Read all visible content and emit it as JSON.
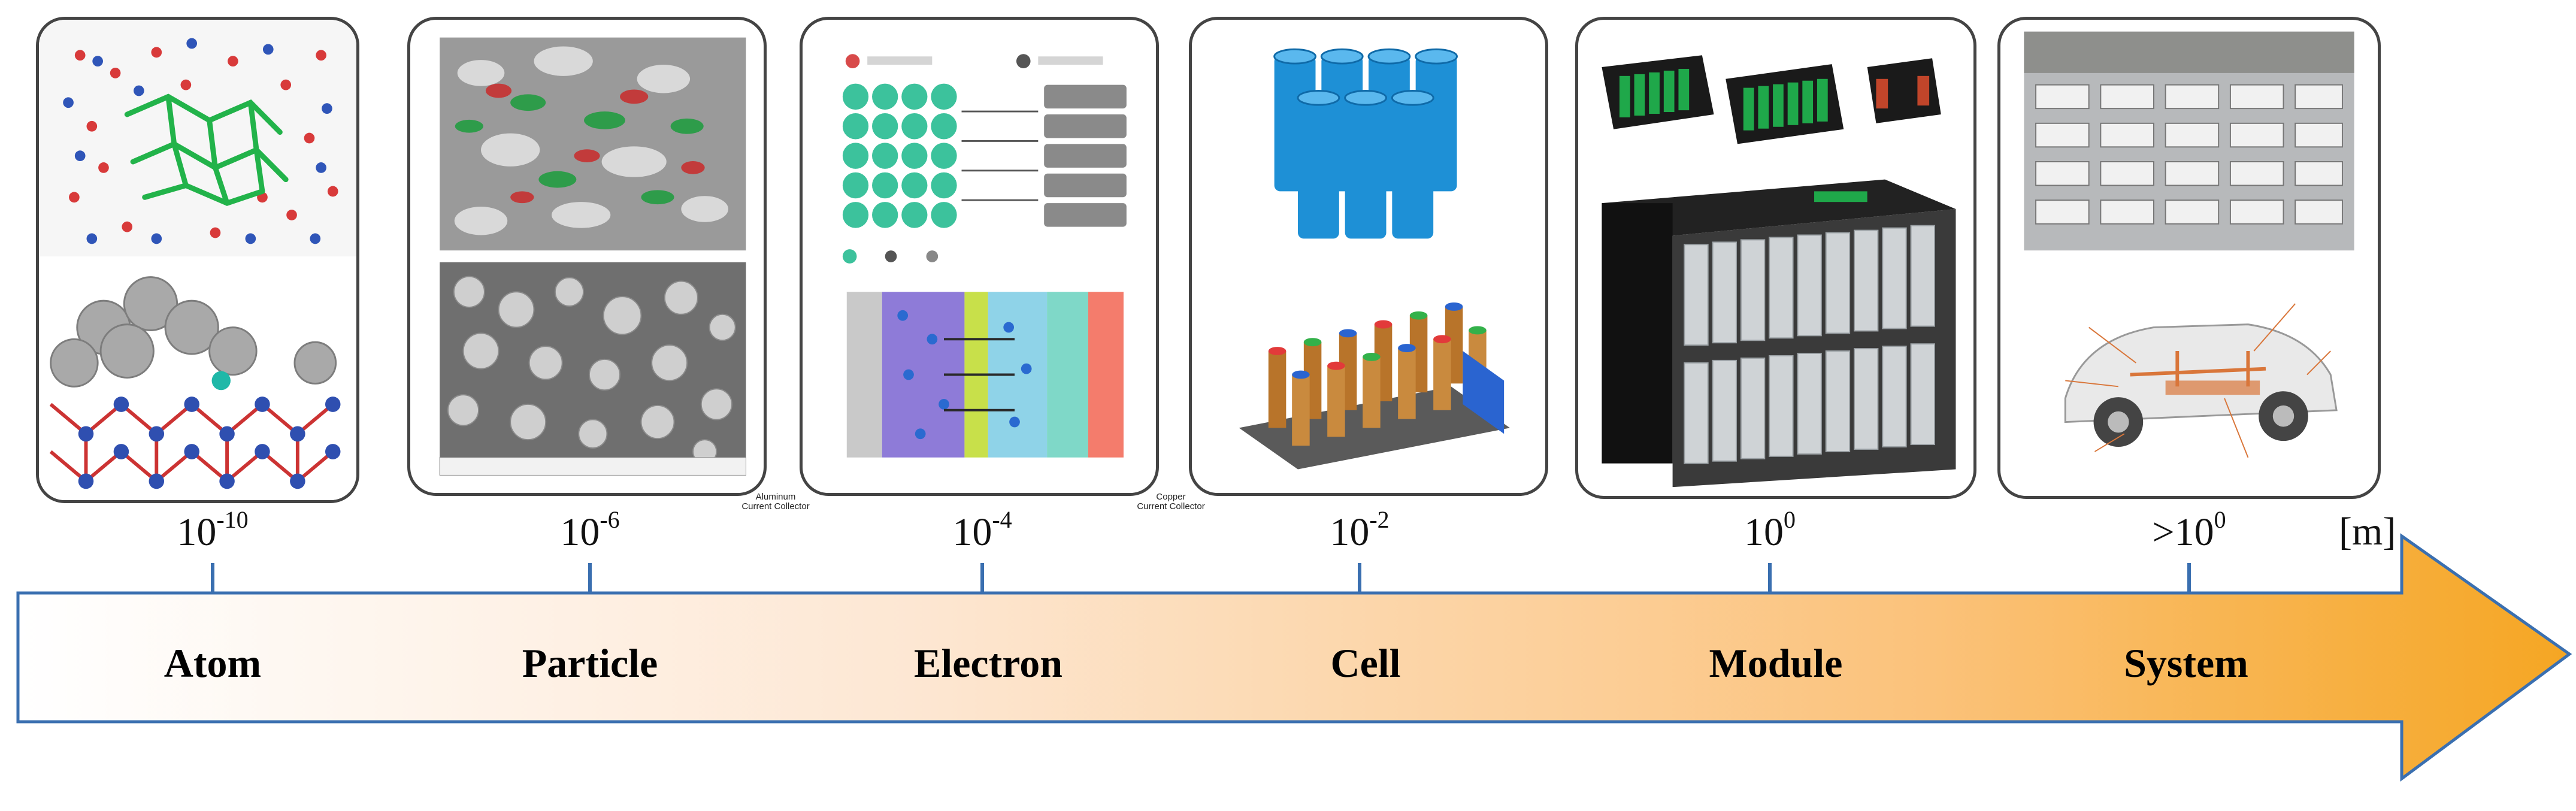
{
  "scale": {
    "unit": "[m]",
    "ticks": [
      {
        "prefix": "",
        "base": "10",
        "exponent": "-10"
      },
      {
        "prefix": "",
        "base": "10",
        "exponent": "-6"
      },
      {
        "prefix": "",
        "base": "10",
        "exponent": "-4"
      },
      {
        "prefix": "",
        "base": "10",
        "exponent": "-2"
      },
      {
        "prefix": "",
        "base": "10",
        "exponent": "0"
      },
      {
        "prefix": ">",
        "base": "10",
        "exponent": "0"
      }
    ]
  },
  "stages": [
    "Atom",
    "Particle",
    "Electron",
    "Cell",
    "Module",
    "System"
  ],
  "annotations": {
    "aluminum": "Aluminum\nCurrent Collector",
    "copper": "Copper\nCurrent Collector"
  },
  "colors": {
    "arrow_start": "#ffffff",
    "arrow_end": "#f5a623",
    "arrow_outline": "#3a6fb0",
    "panel_border": "#444444",
    "battery_blue": "#1e90d6",
    "module_green": "#1fa84a"
  }
}
